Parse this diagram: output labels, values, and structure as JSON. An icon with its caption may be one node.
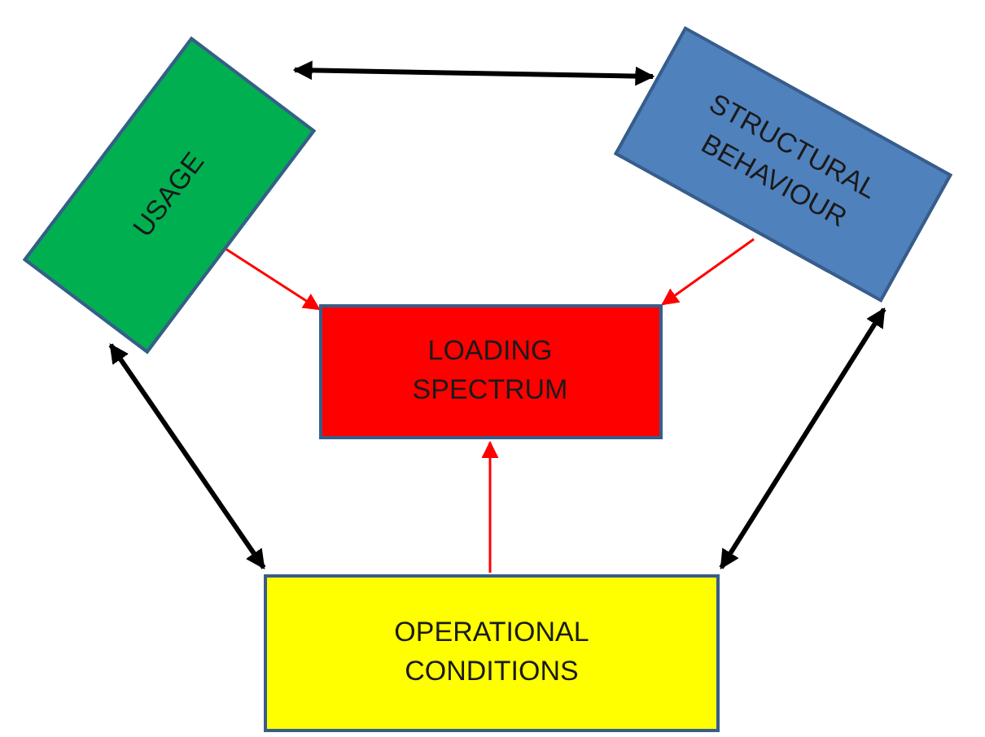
{
  "diagram": {
    "nodes": [
      {
        "text": [
          "USAGE"
        ]
      },
      {
        "text": [
          "STRUCTURAL BEHAVIOUR"
        ]
      },
      {
        "text": [
          "LOADING SPECTRUM"
        ]
      },
      {
        "text": [
          "OPERATIONAL CONDITIONS"
        ]
      }
    ],
    "edges": [
      {
        "from": 0,
        "to": 1,
        "arrow": "both",
        "style": "thick"
      },
      {
        "from": 0,
        "to": 3,
        "arrow": "both",
        "style": "thick"
      },
      {
        "from": 1,
        "to": 3,
        "arrow": "both",
        "style": "thick"
      },
      {
        "from": 0,
        "to": 2,
        "arrow": "to",
        "color": "#ff0000"
      },
      {
        "from": 1,
        "to": 2,
        "arrow": "to",
        "color": "#ff0000"
      },
      {
        "from": 3,
        "to": 2,
        "arrow": "to",
        "color": "#ff0000"
      }
    ]
  }
}
